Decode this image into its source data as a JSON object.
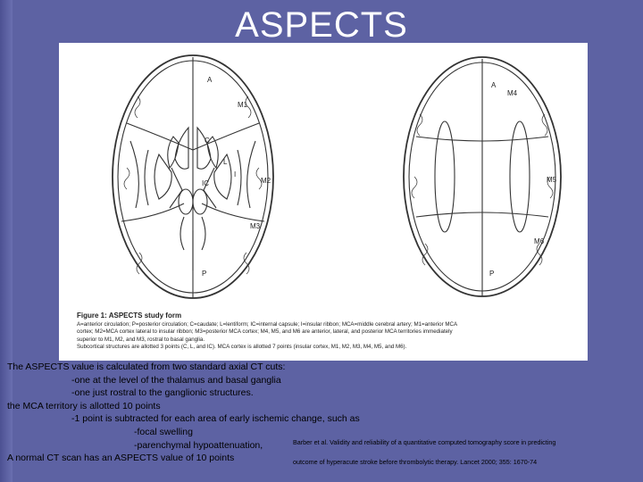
{
  "slide": {
    "title": "ASPECTS"
  },
  "figure": {
    "left_labels": {
      "a": "A",
      "m1": "M1",
      "c": "C",
      "l": "L",
      "ic": "IC",
      "i": "I",
      "m2": "M2",
      "m3": "M3",
      "p": "P"
    },
    "right_labels": {
      "a": "A",
      "m4": "M4",
      "m5": "M5",
      "m6": "M6",
      "p": "P"
    },
    "caption_title": "Figure 1: ASPECTS study form",
    "caption_lines": [
      "A=anterior circulation; P=posterior circulation; C=caudate; L=lentiform; IC=internal capsule; I=insular ribbon; MCA=middle cerebral artery; M1=anterior MCA",
      "cortex; M2=MCA cortex lateral to insular ribbon; M3=posterior MCA cortex; M4, M5, and M6 are anterior, lateral, and posterior MCA territories immediately",
      "superior to M1, M2, and M3, rostral to basal ganglia.",
      "Subcortical structures are allotted 3 points (C, L, and IC). MCA cortex is allotted 7 points (insular cortex, M1, M2, M3, M4, M5, and M6)."
    ]
  },
  "body": {
    "line1": "The ASPECTS value is calculated from two standard axial CT cuts:",
    "line2": "-one at the level of the thalamus and basal ganglia",
    "line3": "-one just rostral to the ganglionic structures.",
    "line4": "the MCA territory is allotted 10 points",
    "line5": "-1 point is subtracted for each area of early ischemic change, such as",
    "line6": "-focal swelling",
    "line7": "-parenchymal hypoattenuation,",
    "line8": "A normal CT scan has an ASPECTS value of 10 points"
  },
  "reference": {
    "line1": "Barber et al. Validity and reliability of a quantitative computed tomography score in predicting",
    "line2": "outcome of hyperacute stroke before thrombolytic therapy. Lancet 2000; 355: 1670-74"
  }
}
